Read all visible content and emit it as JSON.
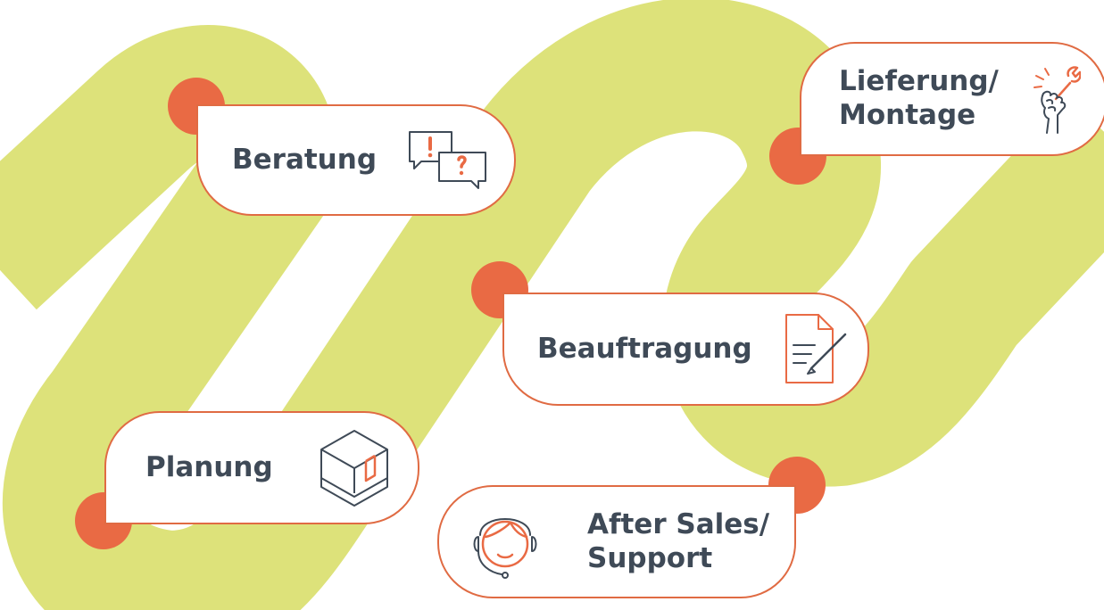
{
  "colors": {
    "path": "#dde27a",
    "accent": "#e96a44",
    "text": "#3f4a57",
    "card_border": "#e06b43"
  },
  "steps": [
    {
      "label": "Beratung",
      "icon": "speech-bubbles-question-icon"
    },
    {
      "label": "Planung",
      "icon": "room-cube-icon"
    },
    {
      "label": "Beauftragung",
      "icon": "contract-signing-icon"
    },
    {
      "label": "Lieferung/\nMontage",
      "icon": "hand-wrench-icon"
    },
    {
      "label": "After Sales/\nSupport",
      "icon": "support-headset-icon"
    }
  ]
}
